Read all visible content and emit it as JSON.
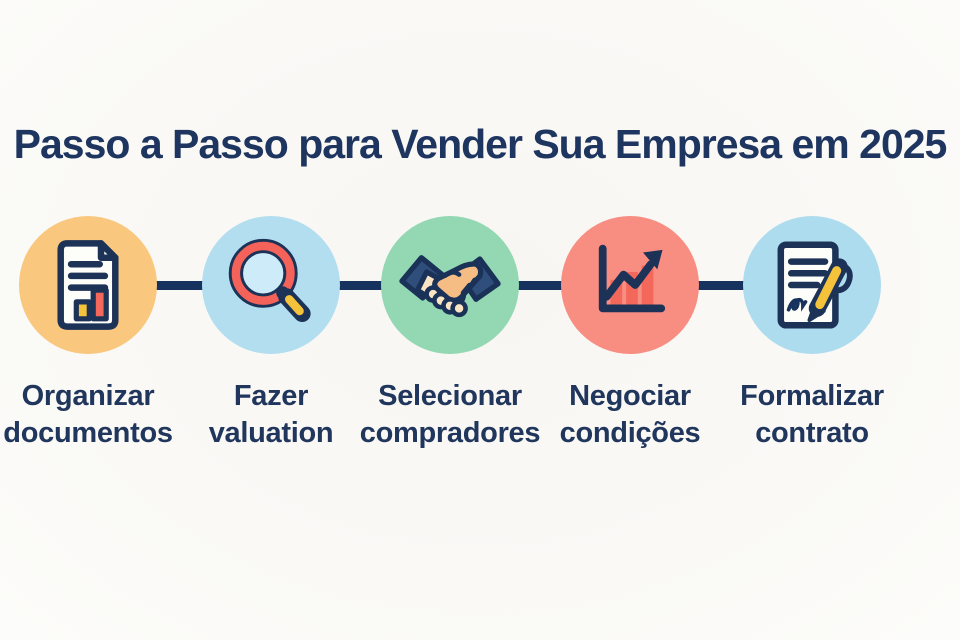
{
  "title": "Passo a Passo para Vender Sua Empresa em 2025",
  "colors": {
    "background": "#FAF9F6",
    "title_text": "#1E3560",
    "label_text": "#20365C",
    "connector_line": "#16335F",
    "icon_outline_navy": "#1C3257",
    "accent_yellow": "#F5C33B",
    "accent_coral": "#F4685C",
    "sleeve_blue": "#2F4E7B",
    "hand_light": "#FBE4C4",
    "hand_orange": "#F5BD83",
    "lens_blue": "#CDEBF8"
  },
  "steps": [
    {
      "icon": "document-chart-icon",
      "circle_color": "#F9C87E",
      "label_line1": "Organizar",
      "label_line2": "documentos"
    },
    {
      "icon": "magnifier-icon",
      "circle_color": "#B2DEF0",
      "label_line1": "Fazer",
      "label_line2": "valuation"
    },
    {
      "icon": "handshake-icon",
      "circle_color": "#93D8B3",
      "label_line1": "Selecionar",
      "label_line2": "compradores"
    },
    {
      "icon": "line-chart-icon",
      "circle_color": "#F88E82",
      "label_line1": "Negociar",
      "label_line2": "condições"
    },
    {
      "icon": "contract-pen-icon",
      "circle_color": "#AEDCEF",
      "label_line1": "Formalizar",
      "label_line2": "contrato"
    }
  ]
}
